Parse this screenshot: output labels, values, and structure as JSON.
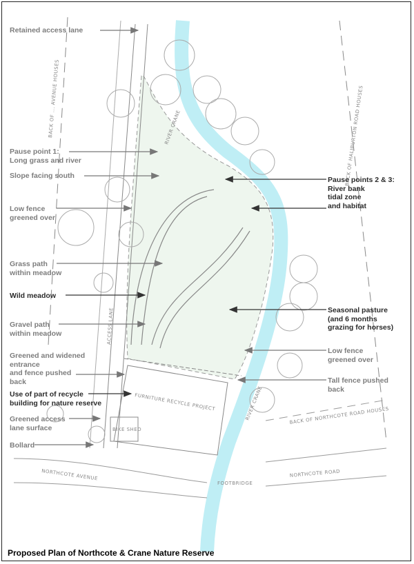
{
  "title": "Proposed Plan of Northcote & Crane Nature Reserve",
  "colors": {
    "river": "#bfeef5",
    "meadow": "#eef6ee",
    "label_grey": "#7d7d7d",
    "label_dark": "#2b2b2b"
  },
  "annotations_left": [
    {
      "text": "Retained access lane",
      "emphasis": false
    },
    {
      "text": "Pause point 1:\nLong grass and river",
      "emphasis": false
    },
    {
      "text": "Slope facing south",
      "emphasis": false
    },
    {
      "text": "Low fence\ngreened over",
      "emphasis": false
    },
    {
      "text": "Grass path\nwithin meadow",
      "emphasis": false
    },
    {
      "text": "Wild meadow",
      "emphasis": true
    },
    {
      "text": "Gravel path\nwithin meadow",
      "emphasis": false
    },
    {
      "text": "Greened and widened\nentrance\nand fence pushed\nback",
      "emphasis": false
    },
    {
      "text": "Use of part of recycle\nbuilding for nature reserve",
      "emphasis": true
    },
    {
      "text": "Greened access\nlane surface",
      "emphasis": false
    },
    {
      "text": "Bollard",
      "emphasis": false
    }
  ],
  "annotations_right": [
    {
      "text": "Pause points 2 & 3:\nRiver bank\ntidal zone\nand habitat",
      "emphasis": true
    },
    {
      "text": "Seasonal pasture\n(and 6 months\ngrazing for horses)",
      "emphasis": true
    },
    {
      "text": "Low fence\ngreened over",
      "emphasis": false
    },
    {
      "text": "Tall fence pushed\nback",
      "emphasis": false
    }
  ],
  "map_labels": {
    "back_avenue_houses": "BACK OF ... AVENUE HOUSES",
    "haliburton": "BACK OF HALIBURTON ROAD HOUSES",
    "river_top": "RIVER CRANE",
    "river_bottom": "RIVER CRANE",
    "access_lane": "ACCESS LANE",
    "recycle": "FURNITURE RECYCLE PROJECT",
    "bike_shed": "BIKE SHED",
    "northcote_avenue": "NORTHCOTE AVENUE",
    "footbridge": "FOOTBRIDGE",
    "northcote_road": "NORTHCOTE ROAD",
    "back_northcote_road": "BACK OF NORTHCOTE ROAD HOUSES"
  }
}
